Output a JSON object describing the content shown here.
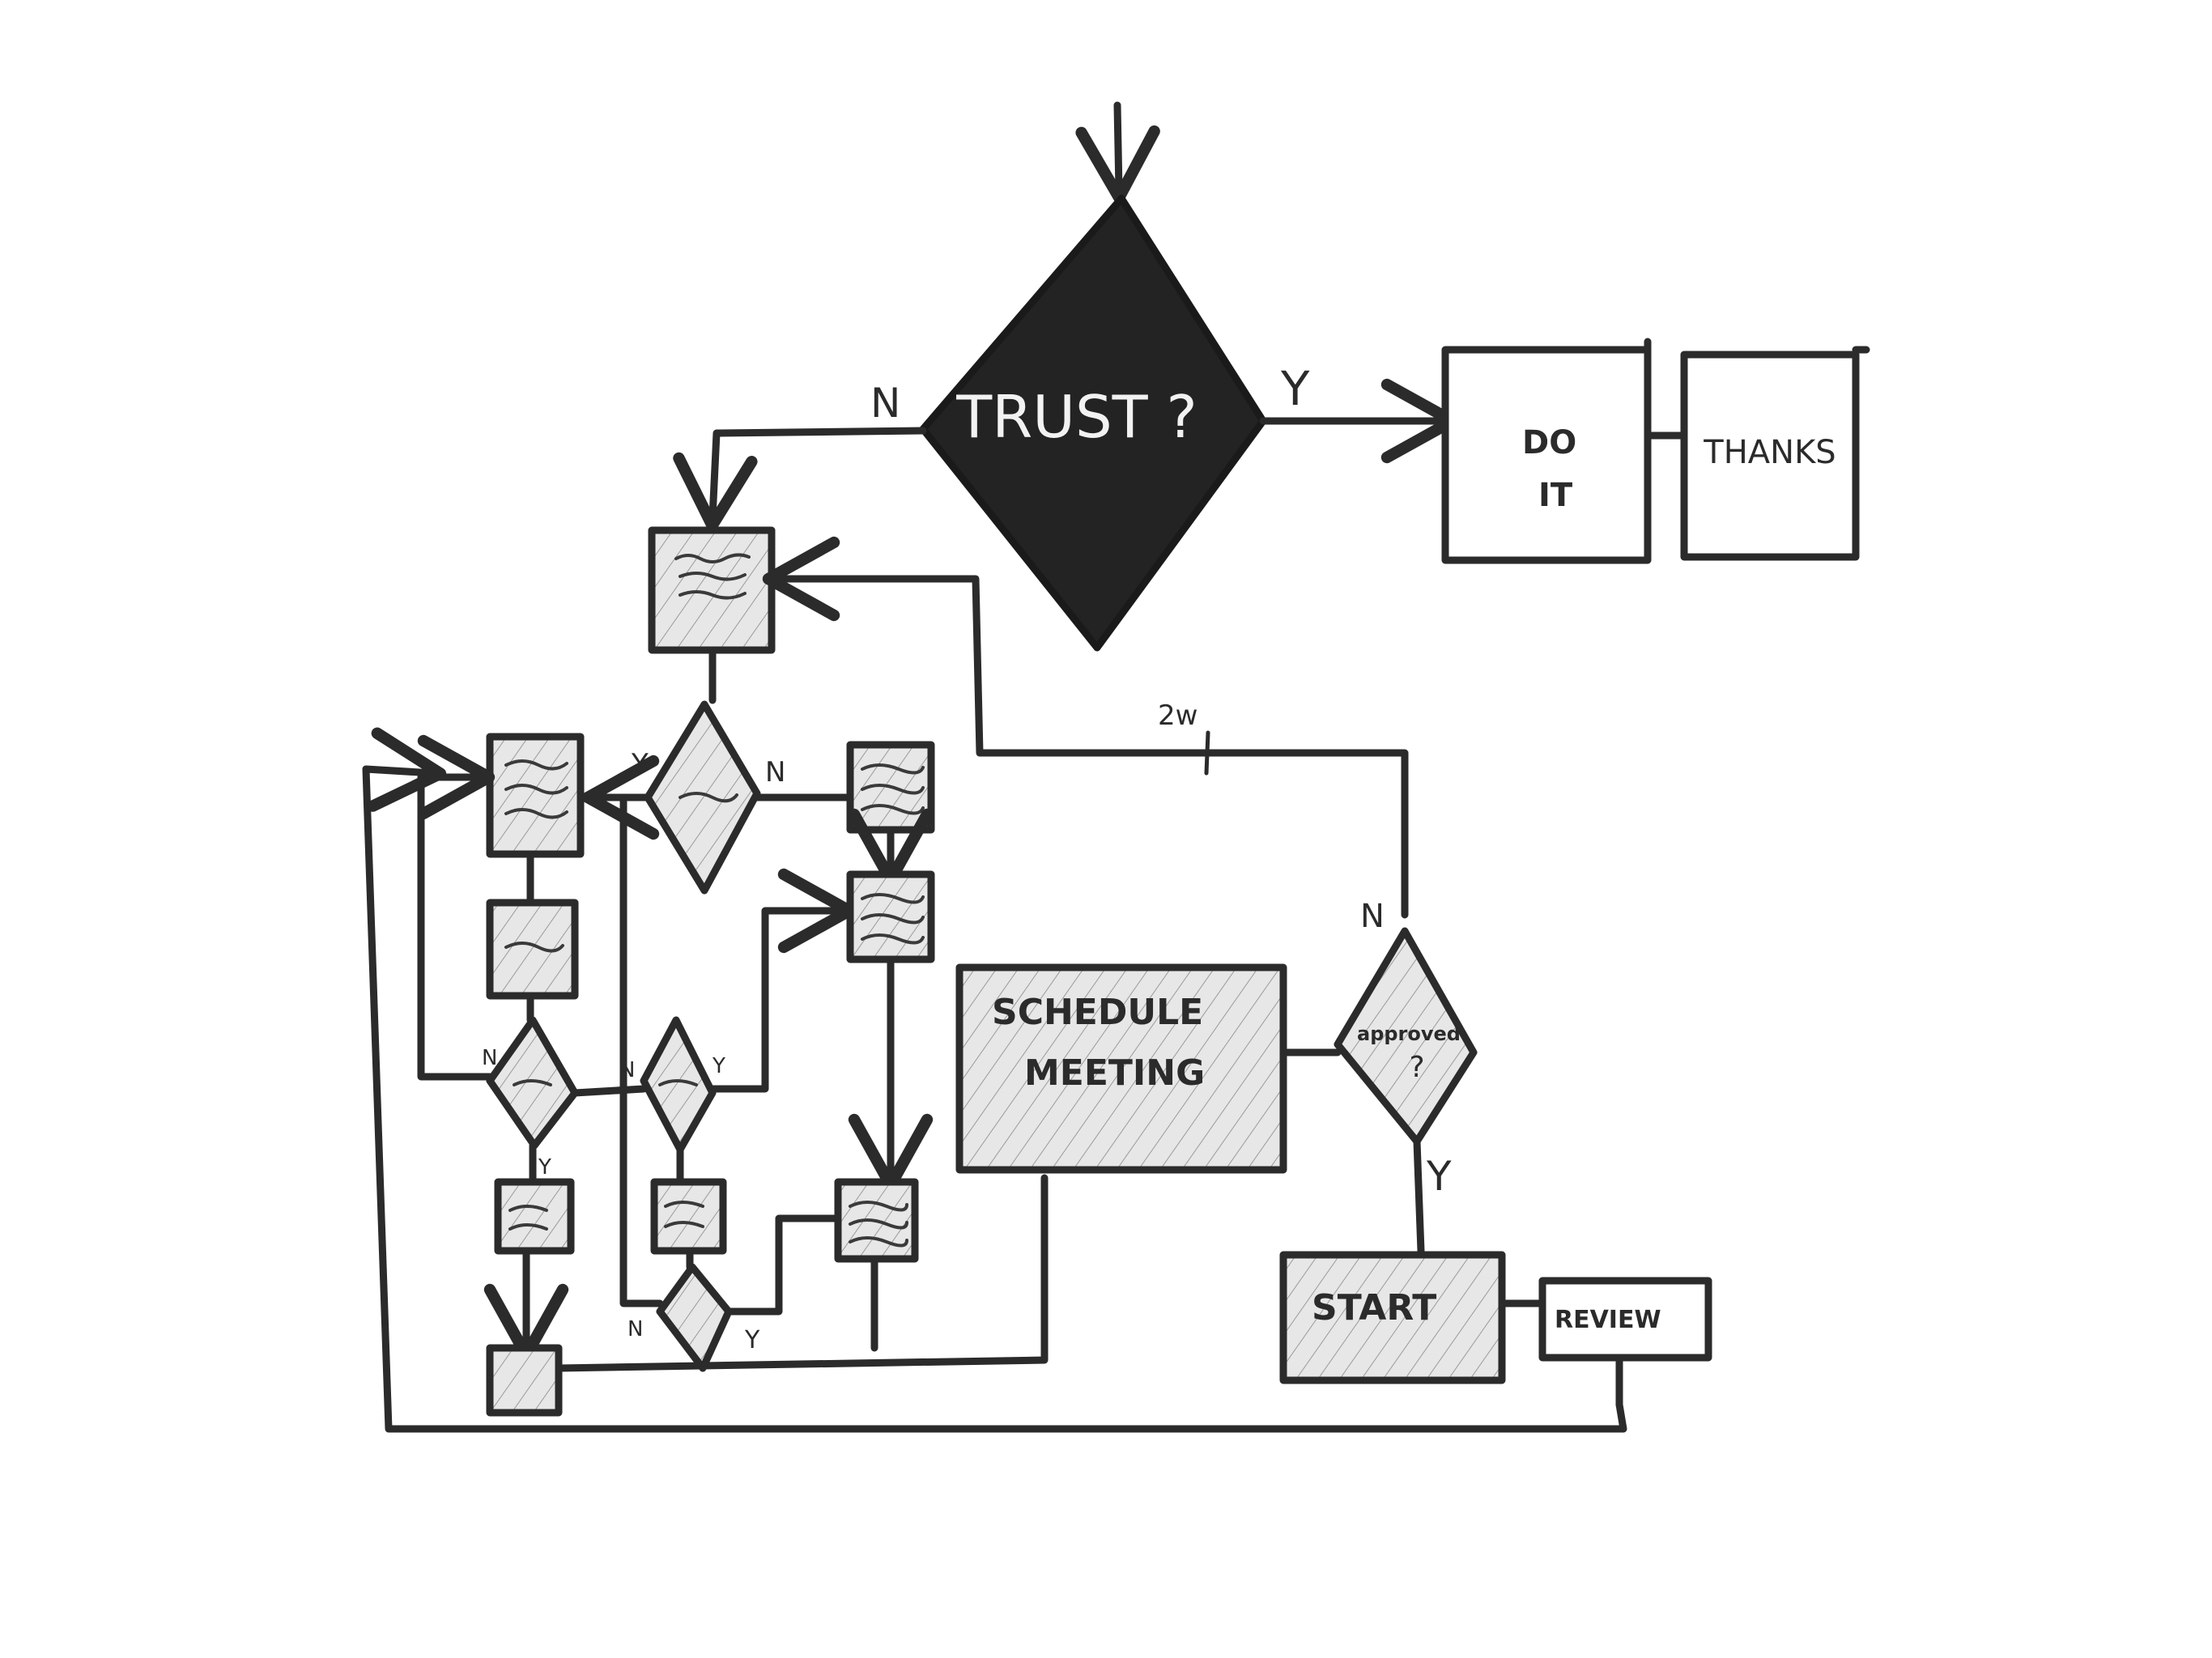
{
  "decision_main": {
    "text": "TRUST ?",
    "yes_label": "Y",
    "no_label": "N"
  },
  "box_do_it": {
    "line1": "DO",
    "line2": "IT"
  },
  "box_thanks": {
    "text": "THANKS"
  },
  "box_schedule": {
    "line1": "SCHEDULE",
    "line2": "MEETING"
  },
  "decision_approved": {
    "line1": "approved",
    "line2": "?",
    "yes_label": "Y",
    "no_label": "N"
  },
  "box_start": {
    "text": "START"
  },
  "box_review": {
    "text": "REVIEW"
  },
  "timer_label": "2w",
  "branch_labels": {
    "d1_y": "Y",
    "d1_n": "N",
    "d2_n": "N",
    "d2_y": "Y",
    "d3_n": "N",
    "d3_y": "Y",
    "d4_n": "N",
    "d4_y": "Y"
  },
  "colors": {
    "ink": "#2b2b2b",
    "dark_fill": "#232323",
    "hatch": "#9a9a9a",
    "paper": "#ffffff"
  }
}
